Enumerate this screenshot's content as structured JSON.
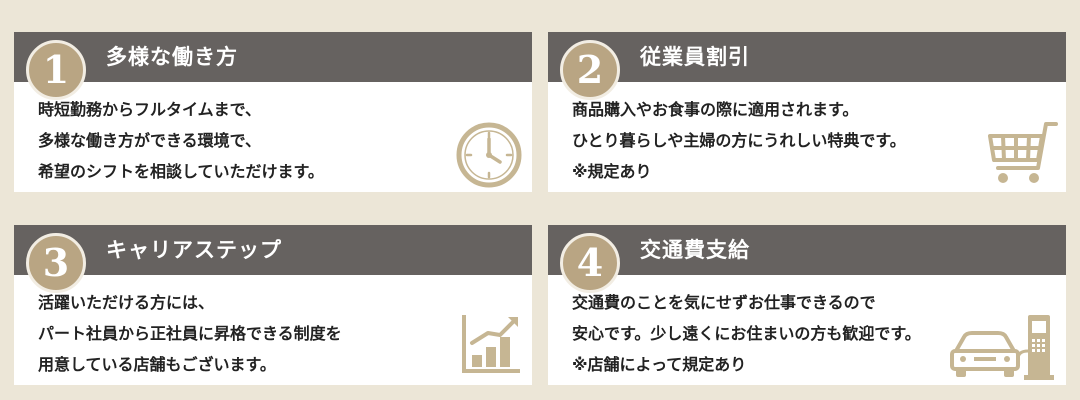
{
  "colors": {
    "page_background": "#ece6d7",
    "header_background": "#666260",
    "badge_gold": "#b9a583",
    "icon_gold": "#c6b693"
  },
  "cards": [
    {
      "number": "1",
      "title": "多様な働き方",
      "lines": [
        "時短勤務からフルタイムまで、",
        "多様な働き方ができる環境で、",
        "希望のシフトを相談していただけます。"
      ],
      "icon": "clock-icon"
    },
    {
      "number": "2",
      "title": "従業員割引",
      "lines": [
        "商品購入やお食事の際に適用されます。",
        "ひとり暮らしや主婦の方にうれしい特典です。",
        "※規定あり"
      ],
      "icon": "shopping-cart-icon"
    },
    {
      "number": "3",
      "title": "キャリアステップ",
      "lines": [
        "活躍いただける方には、",
        "パート社員から正社員に昇格できる制度を",
        "用意している店舗もございます。"
      ],
      "icon": "growth-chart-icon"
    },
    {
      "number": "4",
      "title": "交通費支給",
      "lines": [
        "交通費のことを気にせずお仕事できるので",
        "安心です。少し遠くにお住まいの方も歓迎です。",
        "※店舗によって規定あり"
      ],
      "icon": "car-fuel-icon"
    }
  ]
}
